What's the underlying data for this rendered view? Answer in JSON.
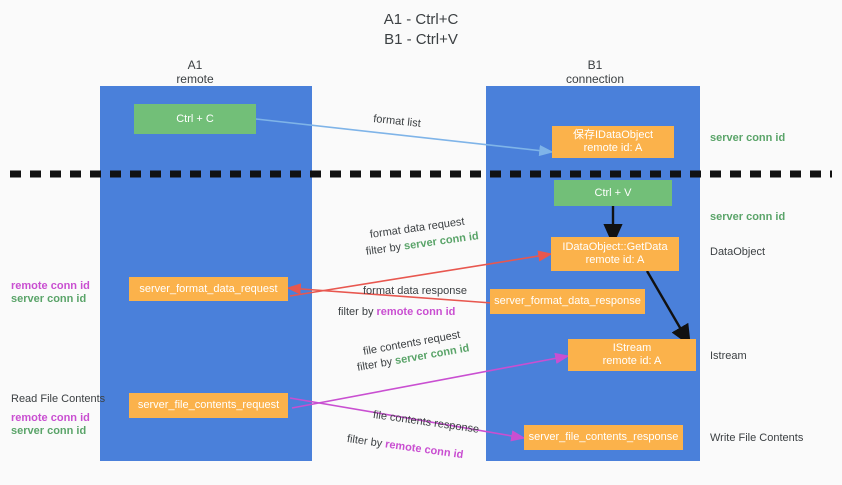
{
  "title": {
    "line1": "A1 - Ctrl+C",
    "line2": "B1 - Ctrl+V"
  },
  "colors": {
    "lane": "#4a80da",
    "orange_node": "#fbb24b",
    "green_node": "#72bf78",
    "server_conn_id": "#5aa469",
    "remote_conn_id": "#c94fd1",
    "format_list_arrow": "#7fb4e8",
    "format_data_arrow": "#e8574f",
    "file_contents_arrow": "#c94fd1",
    "black_arrow": "#111111",
    "divider": "#111111",
    "background": "#fafafa"
  },
  "columns": [
    {
      "name": "a1",
      "title": "A1",
      "subtitle": "remote"
    },
    {
      "name": "b1",
      "title": "B1",
      "subtitle": "connection"
    }
  ],
  "nodes": [
    {
      "name": "ctrl-c",
      "kind": "green",
      "line1": "Ctrl + C",
      "line2": ""
    },
    {
      "name": "save-idataobject",
      "kind": "orange",
      "line1": "保存IDataObject",
      "line2": "remote id: A"
    },
    {
      "name": "ctrl-v",
      "kind": "green",
      "line1": "Ctrl + V",
      "line2": ""
    },
    {
      "name": "idataobject-getdata",
      "kind": "orange",
      "line1": "IDataObject::GetData",
      "line2": "remote id: A"
    },
    {
      "name": "server-format-data-request",
      "kind": "orange",
      "line1": "server_format_data_request",
      "line2": ""
    },
    {
      "name": "server-format-data-response",
      "kind": "orange",
      "line1": "server_format_data_response",
      "line2": ""
    },
    {
      "name": "istream",
      "kind": "orange",
      "line1": "IStream",
      "line2": "remote id: A"
    },
    {
      "name": "server-file-contents-request",
      "kind": "orange",
      "line1": "server_file_contents_request",
      "line2": ""
    },
    {
      "name": "server-file-contents-response",
      "kind": "orange",
      "line1": "server_file_contents_response",
      "line2": ""
    }
  ],
  "right_labels": [
    {
      "name": "server-conn-id-top",
      "text": "server conn id",
      "style": "green"
    },
    {
      "name": "server-conn-id-mid",
      "text": "server conn id",
      "style": "green"
    },
    {
      "name": "dataobject",
      "text": "DataObject",
      "style": "plain"
    },
    {
      "name": "istream",
      "text": "Istream",
      "style": "plain"
    },
    {
      "name": "write-file-contents",
      "text": "Write File Contents",
      "style": "plain"
    }
  ],
  "left_labels": [
    {
      "name": "remote-conn-id-upper",
      "text": "remote conn id",
      "style": "purple"
    },
    {
      "name": "server-conn-id-upper",
      "text": "server conn id",
      "style": "green"
    },
    {
      "name": "read-file-contents",
      "text": "Read File Contents",
      "style": "plain"
    },
    {
      "name": "remote-conn-id-lower",
      "text": "remote conn id",
      "style": "purple"
    },
    {
      "name": "server-conn-id-lower",
      "text": "server conn id",
      "style": "green"
    }
  ],
  "arrow_labels": {
    "format_list": "format list",
    "format_data_request": "format data request",
    "format_data_request_filter_pre": "filter by ",
    "format_data_request_filter_key": "server conn id",
    "format_data_response": "format data response",
    "format_data_response_filter_pre": "filter by ",
    "format_data_response_filter_key": "remote conn id",
    "file_contents_request": "file contents request",
    "file_contents_request_filter_pre": "filter by ",
    "file_contents_request_filter_key": "server conn id",
    "file_contents_response": "file contents response",
    "file_contents_response_filter_pre": "filter by ",
    "file_contents_response_filter_key": "remote conn id"
  }
}
